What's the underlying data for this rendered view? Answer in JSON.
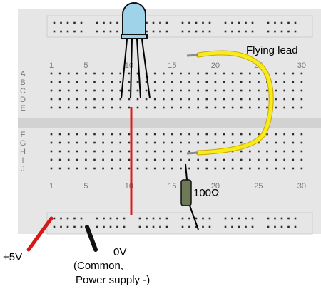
{
  "diagram": {
    "column_numbers": [
      "1",
      "5",
      "10",
      "15",
      "20",
      "25",
      "30"
    ],
    "row_letters_top": [
      "A",
      "B",
      "C",
      "D",
      "E"
    ],
    "row_letters_bottom": [
      "F",
      "G",
      "H",
      "I",
      "J"
    ],
    "labels": {
      "flying_lead": "Flying lead",
      "resistor": "100Ω",
      "plus_5v": "+5V",
      "zero_v": "0V",
      "common": "(Common,",
      "power_supply_minus": "Power supply -)"
    },
    "components": {
      "led_color": "#9fd3ea",
      "flying_lead_color": "#f7ec1a",
      "jumper_color": "#e01b1b",
      "plus_wire_color": "#d61818",
      "ground_wire_color": "#111111",
      "resistor_body_color": "#6e7a55"
    },
    "board_color": "#e6e6e6",
    "socket_color": "#2b2b2b"
  }
}
